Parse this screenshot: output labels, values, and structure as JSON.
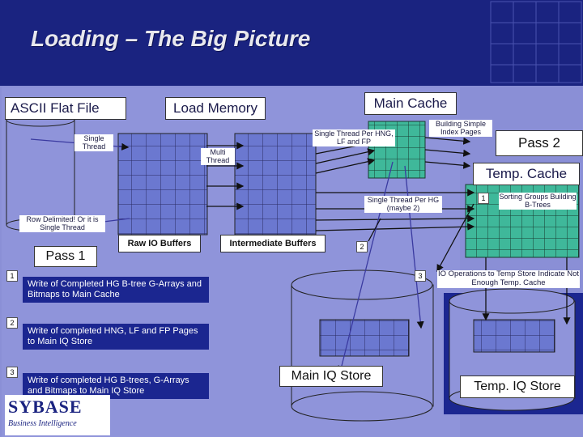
{
  "title": "Loading – The Big Picture",
  "labels": {
    "ascii_flat_file": "ASCII Flat File",
    "load_memory": "Load Memory",
    "main_cache": "Main Cache",
    "single_thread": "Single Thread",
    "multi_thread": "Multi Thread",
    "single_thread_hng": "Single Thread Per HNG, LF and FP",
    "building_simple": "Building Simple Index Pages",
    "pass2": "Pass 2",
    "temp_cache": "Temp. Cache",
    "single_thread_hg": "Single Thread Per HG (maybe 2)",
    "sorting_groups": "Sorting Groups Building B-Trees",
    "row_delimited": "Row Delimited! Or it is Single Thread",
    "raw_io": "Raw IO Buffers",
    "intermediate": "Intermediate Buffers",
    "pass1": "Pass 1",
    "io_ops": "IO Operations to Temp Store Indicate Not Enough Temp. Cache",
    "main_iq_store": "Main IQ Store",
    "temp_iq_store": "Temp. IQ Store",
    "logo": "SYBASE",
    "logo_sub": "Business Intelligence"
  },
  "notes": [
    {
      "num": "1",
      "text": "Write of Completed HG B-tree G-Arrays and Bitmaps to Main Cache"
    },
    {
      "num": "2",
      "text": "Write of completed HNG, LF and FP Pages to Main IQ Store"
    },
    {
      "num": "3",
      "text": "Write of completed HG B-trees, G-Arrays and Bitmaps to Main IQ Store"
    }
  ],
  "markers": {
    "m1": "1",
    "m2": "2",
    "m3": "3"
  },
  "colors": {
    "header": "#1a2380",
    "panel": "#8a8fd6",
    "grid_green": "#3fb89a",
    "grid_blue": "#6b78d0",
    "note_bg": "#1b2690"
  }
}
